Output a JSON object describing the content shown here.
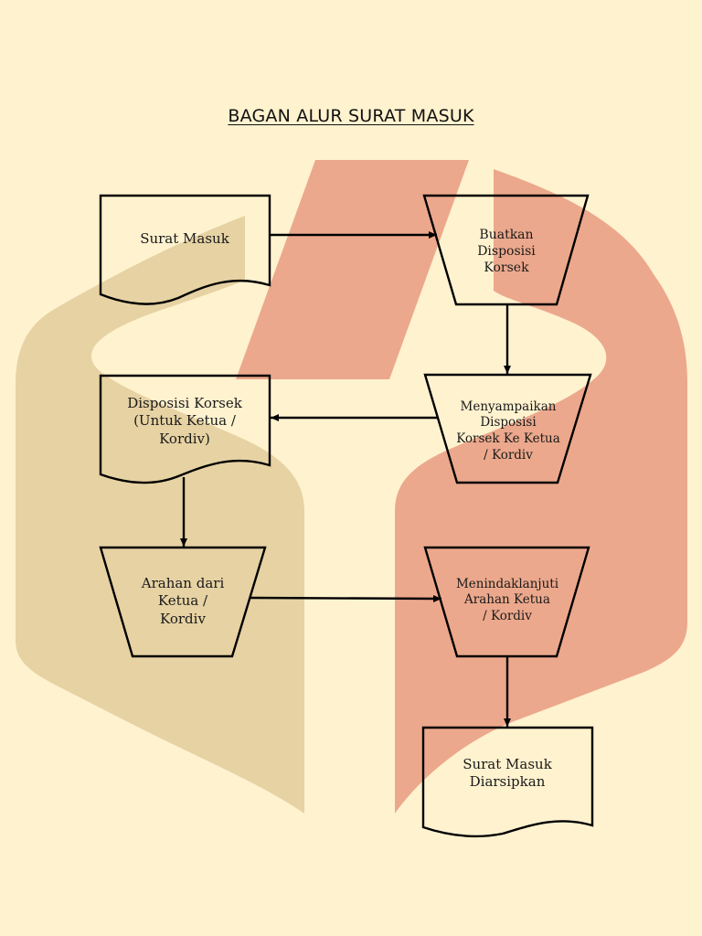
{
  "title": "BAGAN ALUR SURAT MASUK",
  "colors": {
    "background": "#fff2cf",
    "watermark_tan": "#e6d2a3",
    "watermark_salmon": "#eca88c",
    "stroke": "#000000"
  },
  "nodes": {
    "surat_masuk": {
      "shape": "document",
      "label": "Surat Masuk"
    },
    "buatkan_disposisi": {
      "shape": "manual-operation",
      "label": "Buatkan\nDisposisi\nKorsek"
    },
    "menyampaikan_disposisi": {
      "shape": "manual-operation",
      "label": "Menyampaikan\nDisposisi\nKorsek Ke Ketua\n/ Kordiv"
    },
    "disposisi_korsek": {
      "shape": "document",
      "label": "Disposisi Korsek\n(Untuk Ketua /\nKordiv)"
    },
    "arahan": {
      "shape": "manual-operation",
      "label": "Arahan dari\nKetua /\nKordiv"
    },
    "menindaklanjuti": {
      "shape": "manual-operation",
      "label": "Menindaklanjuti\nArahan Ketua\n/ Kordiv"
    },
    "diarsipkan": {
      "shape": "document",
      "label": "Surat Masuk\nDiarsipkan"
    }
  },
  "edges": [
    {
      "from": "surat_masuk",
      "to": "buatkan_disposisi"
    },
    {
      "from": "buatkan_disposisi",
      "to": "menyampaikan_disposisi"
    },
    {
      "from": "menyampaikan_disposisi",
      "to": "disposisi_korsek"
    },
    {
      "from": "disposisi_korsek",
      "to": "arahan"
    },
    {
      "from": "arahan",
      "to": "menindaklanjuti"
    },
    {
      "from": "menindaklanjuti",
      "to": "diarsipkan"
    }
  ]
}
